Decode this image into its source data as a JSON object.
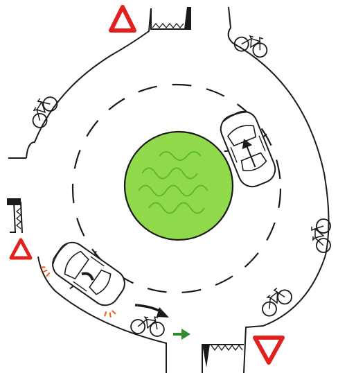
{
  "scene": {
    "kind": "roundabout-illustration",
    "colors": {
      "background": "#ffffff",
      "ink": "#1a1a1a",
      "island_fill": "#8fd94a",
      "island_scribble": "#5fb82e",
      "warning_sign_red": "#e0211f",
      "indicator_orange": "#f05a1a",
      "car_body": "#ffffff",
      "green_arrow": "#2e8b2e"
    },
    "elements": {
      "central_island": "central-island",
      "lane_marking": "dashed-lane-marking",
      "car_left": "car-exiting-roundabout",
      "car_right": "car-circulating",
      "bicycles": [
        "bicycle-top-right",
        "bicycle-left",
        "bicycle-right-upper",
        "bicycle-right-lower",
        "bicycle-bottom"
      ],
      "yield_signs": [
        "yield-sign-top",
        "yield-sign-left",
        "yield-sign-bottom"
      ]
    }
  }
}
